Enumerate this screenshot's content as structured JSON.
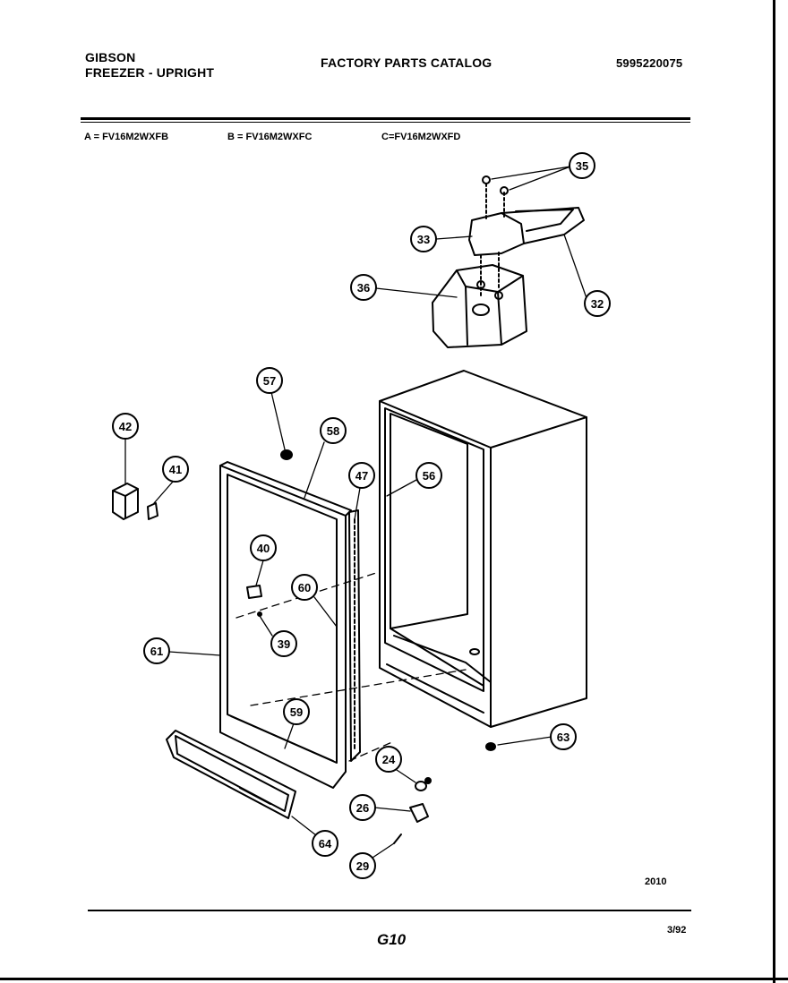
{
  "header": {
    "brand": "GIBSON",
    "product": "FREEZER - UPRIGHT",
    "title": "FACTORY PARTS CATALOG",
    "part_number": "5995220075"
  },
  "models": [
    "A = FV16M2WXFB",
    "B = FV16M2WXFC",
    "C=FV16M2WXFD"
  ],
  "callouts": [
    "35",
    "33",
    "32",
    "36",
    "57",
    "58",
    "42",
    "41",
    "47",
    "56",
    "40",
    "60",
    "39",
    "61",
    "59",
    "63",
    "24",
    "26",
    "64",
    "29"
  ],
  "footer": {
    "code": "2010",
    "page": "G10",
    "date": "3/92"
  }
}
